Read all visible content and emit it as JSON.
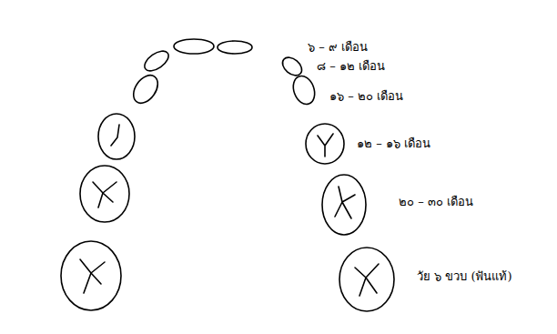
{
  "diagram": {
    "labels": [
      "๖ – ๙ เดือน",
      "๘ – ๑๒ เดือน",
      "๑๖ – ๒๐ เดือน",
      "๑๒ – ๑๖ เดือน",
      "๒๐ – ๓๐ เดือน",
      "วัย ๖ ขวบ (ฟันแท้)"
    ]
  }
}
